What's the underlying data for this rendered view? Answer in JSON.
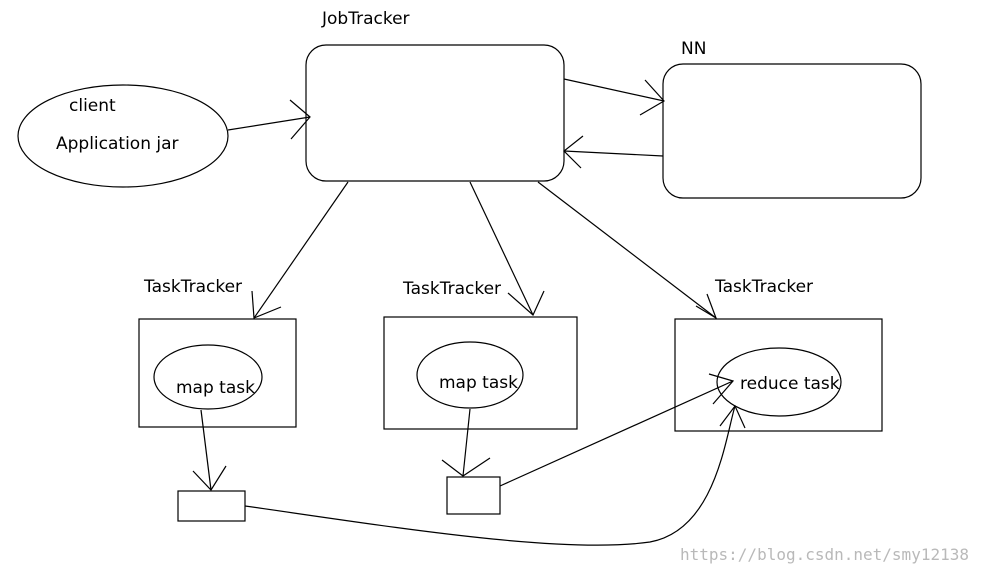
{
  "job_tracker": {
    "label": "JobTracker"
  },
  "namenode": {
    "label": "NN"
  },
  "client": {
    "line1": "client",
    "line2": "Application jar"
  },
  "task_trackers": [
    {
      "label": "TaskTracker",
      "task": "map task"
    },
    {
      "label": "TaskTracker",
      "task": "map task"
    },
    {
      "label": "TaskTracker",
      "task": "reduce task"
    }
  ],
  "watermark": "https://blog.csdn.net/smy12138",
  "colors": {
    "stroke": "#000000",
    "background": "#ffffff",
    "watermark": "#b9b9b9"
  }
}
